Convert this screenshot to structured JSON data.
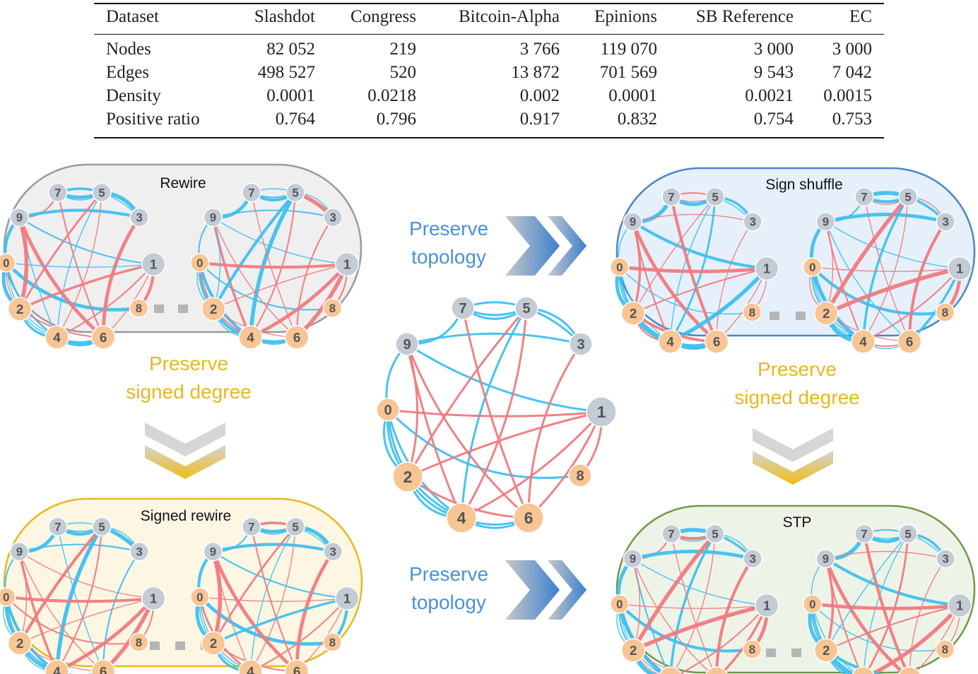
{
  "table": {
    "columns": [
      "Dataset",
      "Slashdot",
      "Congress",
      "Bitcoin-Alpha",
      "Epinions",
      "SB Reference",
      "EC"
    ],
    "rows": [
      {
        "label": "Nodes",
        "values": [
          "82 052",
          "219",
          "3 766",
          "119 070",
          "3 000",
          "3 000"
        ]
      },
      {
        "label": "Edges",
        "values": [
          "498 527",
          "520",
          "13 872",
          "701 569",
          "9 543",
          "7 042"
        ]
      },
      {
        "label": "Density",
        "values": [
          "0.0001",
          "0.0218",
          "0.002",
          "0.0001",
          "0.0021",
          "0.0015"
        ]
      },
      {
        "label": "Positive ratio",
        "values": [
          "0.764",
          "0.796",
          "0.917",
          "0.832",
          "0.754",
          "0.753"
        ]
      }
    ]
  },
  "panels": {
    "rewire": {
      "title": "Rewire",
      "fill": "#efefef",
      "stroke": "#9a9a9a"
    },
    "sign_shuffle": {
      "title": "Sign shuffle",
      "fill": "#e6f0fa",
      "stroke": "#4a86c8"
    },
    "signed_rewire": {
      "title": "Signed rewire",
      "fill": "#fcf6e3",
      "stroke": "#e8b81c"
    },
    "stp": {
      "title": "STP",
      "fill": "#eef3e8",
      "stroke": "#6e9b45"
    }
  },
  "flows": {
    "top": {
      "line1": "Preserve",
      "line2": "topology",
      "color": "#4a90d9"
    },
    "bottom": {
      "line1": "Preserve",
      "line2": "topology",
      "color": "#4a90d9"
    },
    "left": {
      "line1": "Preserve",
      "line2": "signed degree",
      "color": "#e8b81c"
    },
    "right": {
      "line1": "Preserve",
      "line2": "signed degree",
      "color": "#e8b81c"
    }
  },
  "node_labels": [
    "0",
    "1",
    "2",
    "3",
    "4",
    "5",
    "6",
    "7",
    "8",
    "9"
  ],
  "colors": {
    "positive_edge": "#3ec0ef",
    "negative_edge": "#f07a80",
    "node_gray": "#c3cbd4",
    "node_orange": "#f8c594",
    "node_text": "#555555",
    "dots": "#b5b5b5"
  }
}
